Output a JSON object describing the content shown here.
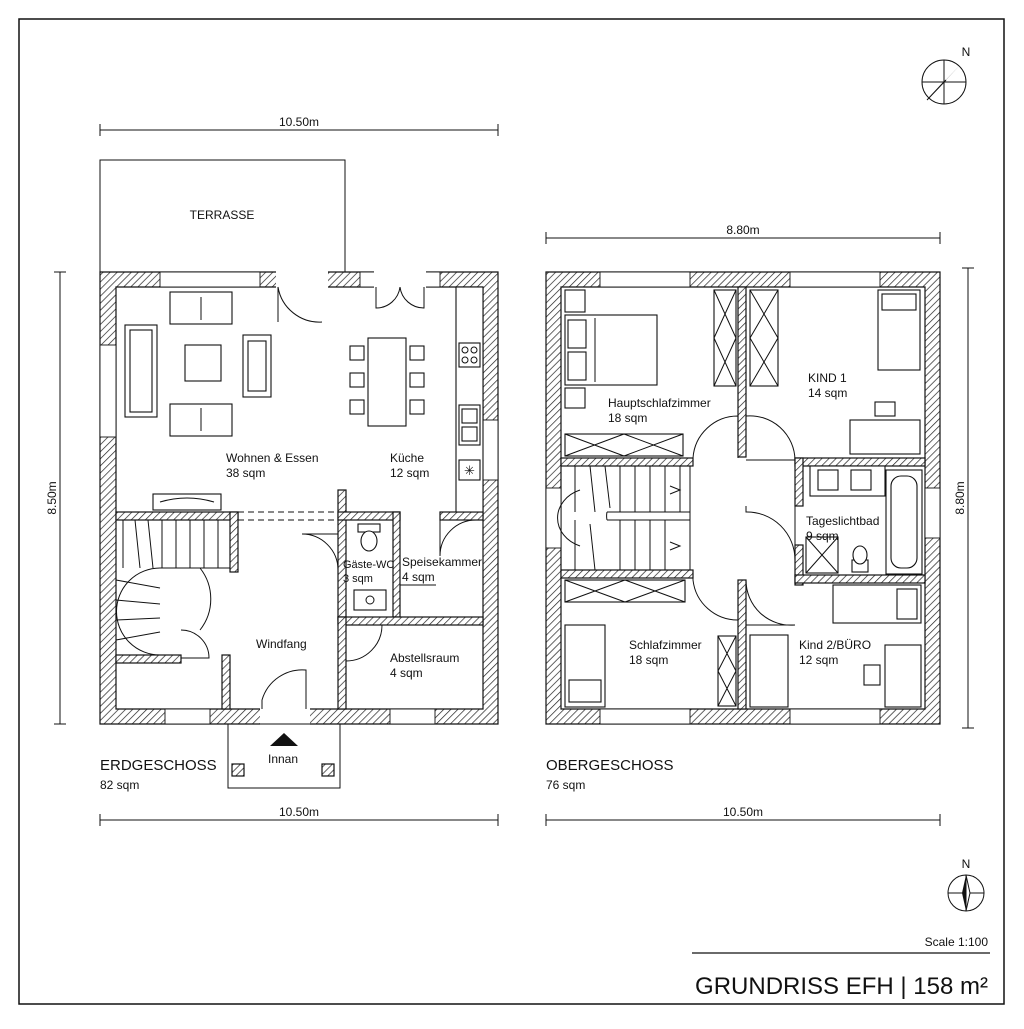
{
  "plan": {
    "title": "GRUNDRISS EFH | 158 m²",
    "scale": "Scale 1:100",
    "north_top": "N",
    "north_bottom": "N"
  },
  "ground_floor": {
    "name": "ERDGESCHOSS",
    "area": "82 sqm",
    "dim_top": "10.50m",
    "dim_bottom": "10.50m",
    "dim_left": "8.50m",
    "terrace": "TERRASSE",
    "entrance": "Innan",
    "rooms": {
      "living": {
        "name": "Wohnen & Essen",
        "area": "38 sqm"
      },
      "kitchen": {
        "name": "Küche",
        "area": "12 sqm"
      },
      "guest_wc": {
        "name": "Gäste-WC",
        "area": "3 sqm"
      },
      "pantry": {
        "name": "Speisekammer",
        "area": "4 sqm"
      },
      "vestibule": {
        "name": "Windfang",
        "area": ""
      },
      "storage": {
        "name": "Abstellsraum",
        "area": "4 sqm"
      }
    }
  },
  "upper_floor": {
    "name": "OBERGESCHOSS",
    "area": "76 sqm",
    "dim_top": "8.80m",
    "dim_bottom": "10.50m",
    "dim_right": "8.80m",
    "rooms": {
      "master": {
        "name": "Hauptschlafzimmer",
        "area": "18 sqm"
      },
      "kid1": {
        "name": "KIND 1",
        "area": "14 sqm"
      },
      "bath": {
        "name": "Tageslichtbad",
        "area": "9 sqm"
      },
      "bedroom": {
        "name": "Schlafzimmer",
        "area": "18 sqm"
      },
      "kid2": {
        "name": "Kind 2/BÜRO",
        "area": "12 sqm"
      }
    }
  }
}
